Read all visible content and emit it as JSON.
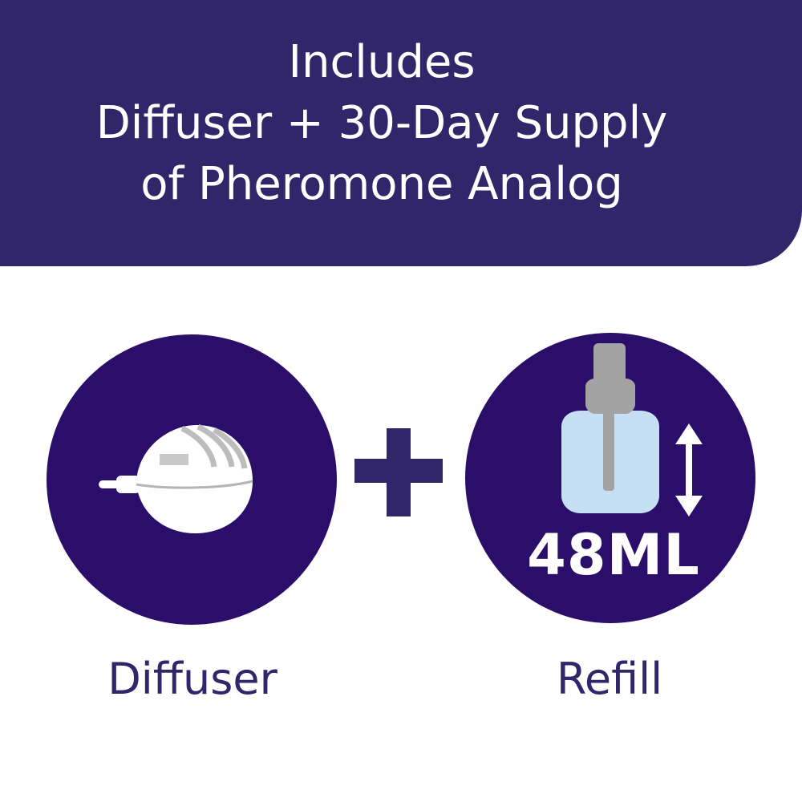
{
  "header": {
    "line1": "Includes",
    "line2": "Diffuser + 30-Day Supply",
    "line3": "of Pheromone Analog"
  },
  "items": [
    {
      "label": "Diffuser",
      "icon": "diffuser-icon"
    },
    {
      "label": "Refill",
      "icon": "refill-bottle-icon",
      "badge": "48ML"
    }
  ],
  "colors": {
    "banner": "#31266a",
    "circle": "#2b0d6a",
    "text_dark": "#31266a",
    "bottle": "#c7dff5",
    "cap": "#a3a3a3"
  }
}
